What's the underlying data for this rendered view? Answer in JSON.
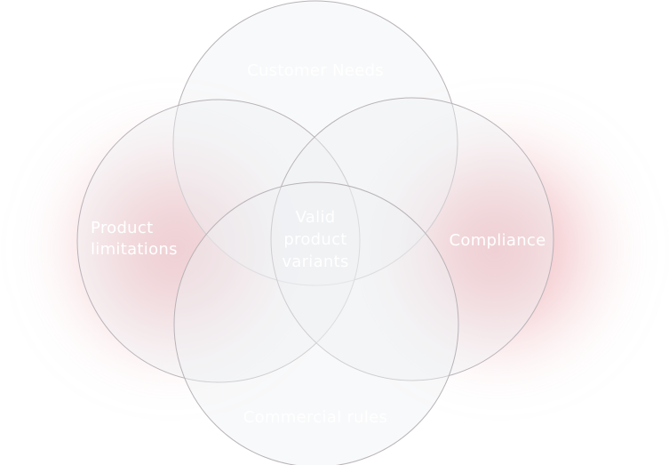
{
  "diagram": {
    "type": "venn",
    "colors": {
      "circle_fill": "#eef0f3",
      "circle_stroke": "#b9b3b8",
      "glow": "#e27882",
      "label": "#ffffff"
    },
    "sets": [
      {
        "id": "top",
        "label": "Customer Needs"
      },
      {
        "id": "left",
        "label": "Product limitations"
      },
      {
        "id": "right",
        "label": "Compliance"
      },
      {
        "id": "bottom",
        "label": "Commercial rules"
      }
    ],
    "intersection_label": "Valid product variants"
  }
}
